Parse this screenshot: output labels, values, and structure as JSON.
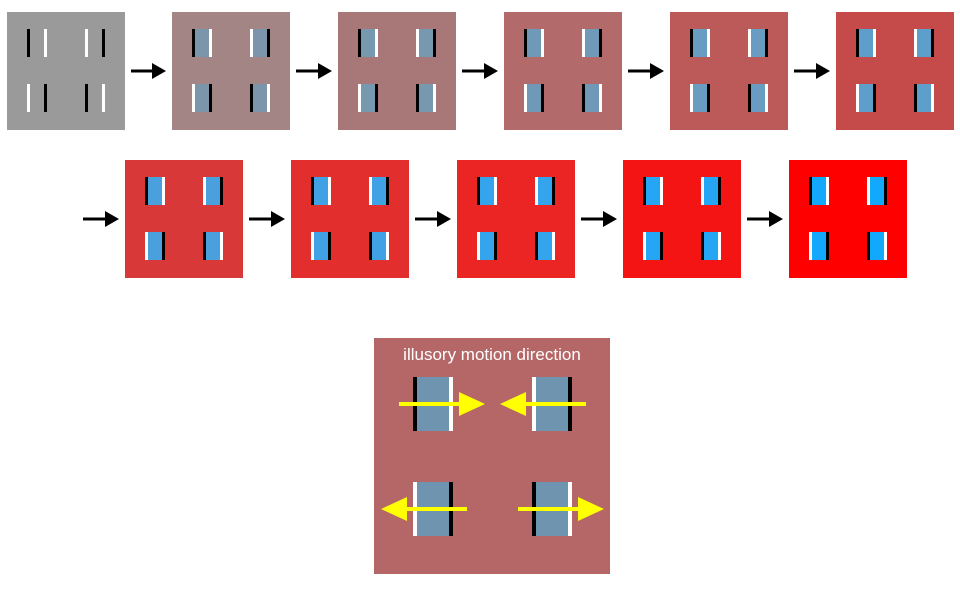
{
  "figure": {
    "sequence": {
      "frames": [
        {
          "index": 1,
          "background": "#9a9a9a",
          "patch": null
        },
        {
          "index": 2,
          "background": "#a38585",
          "patch": "#7b96ab"
        },
        {
          "index": 3,
          "background": "#a87878",
          "patch": "#7799b0"
        },
        {
          "index": 4,
          "background": "#b26a6a",
          "patch": "#7099b8"
        },
        {
          "index": 5,
          "background": "#bc5a5a",
          "patch": "#689cc0"
        },
        {
          "index": 6,
          "background": "#c54a4a",
          "patch": "#5e9ecb"
        },
        {
          "index": 7,
          "background": "#d93838",
          "patch": "#4aa0dc"
        },
        {
          "index": 8,
          "background": "#e32e2e",
          "patch": "#40a2e4"
        },
        {
          "index": 9,
          "background": "#eb2424",
          "patch": "#34a4ec"
        },
        {
          "index": 10,
          "background": "#f51414",
          "patch": "#24a6f4"
        },
        {
          "index": 11,
          "background": "#ff0000",
          "patch": "#12a8fc"
        }
      ],
      "connector_icon": "arrow-right-icon",
      "edge_colors": {
        "dark": "#000000",
        "light": "#ffffff"
      }
    },
    "legend": {
      "title": "illusory motion direction",
      "background": "#b56666",
      "patch": "#6e94b0",
      "arrow_color": "#ffff00",
      "arrows": [
        {
          "position": "top-left",
          "direction": "right"
        },
        {
          "position": "top-right",
          "direction": "left"
        },
        {
          "position": "bottom-left",
          "direction": "left"
        },
        {
          "position": "bottom-right",
          "direction": "right"
        }
      ]
    }
  }
}
